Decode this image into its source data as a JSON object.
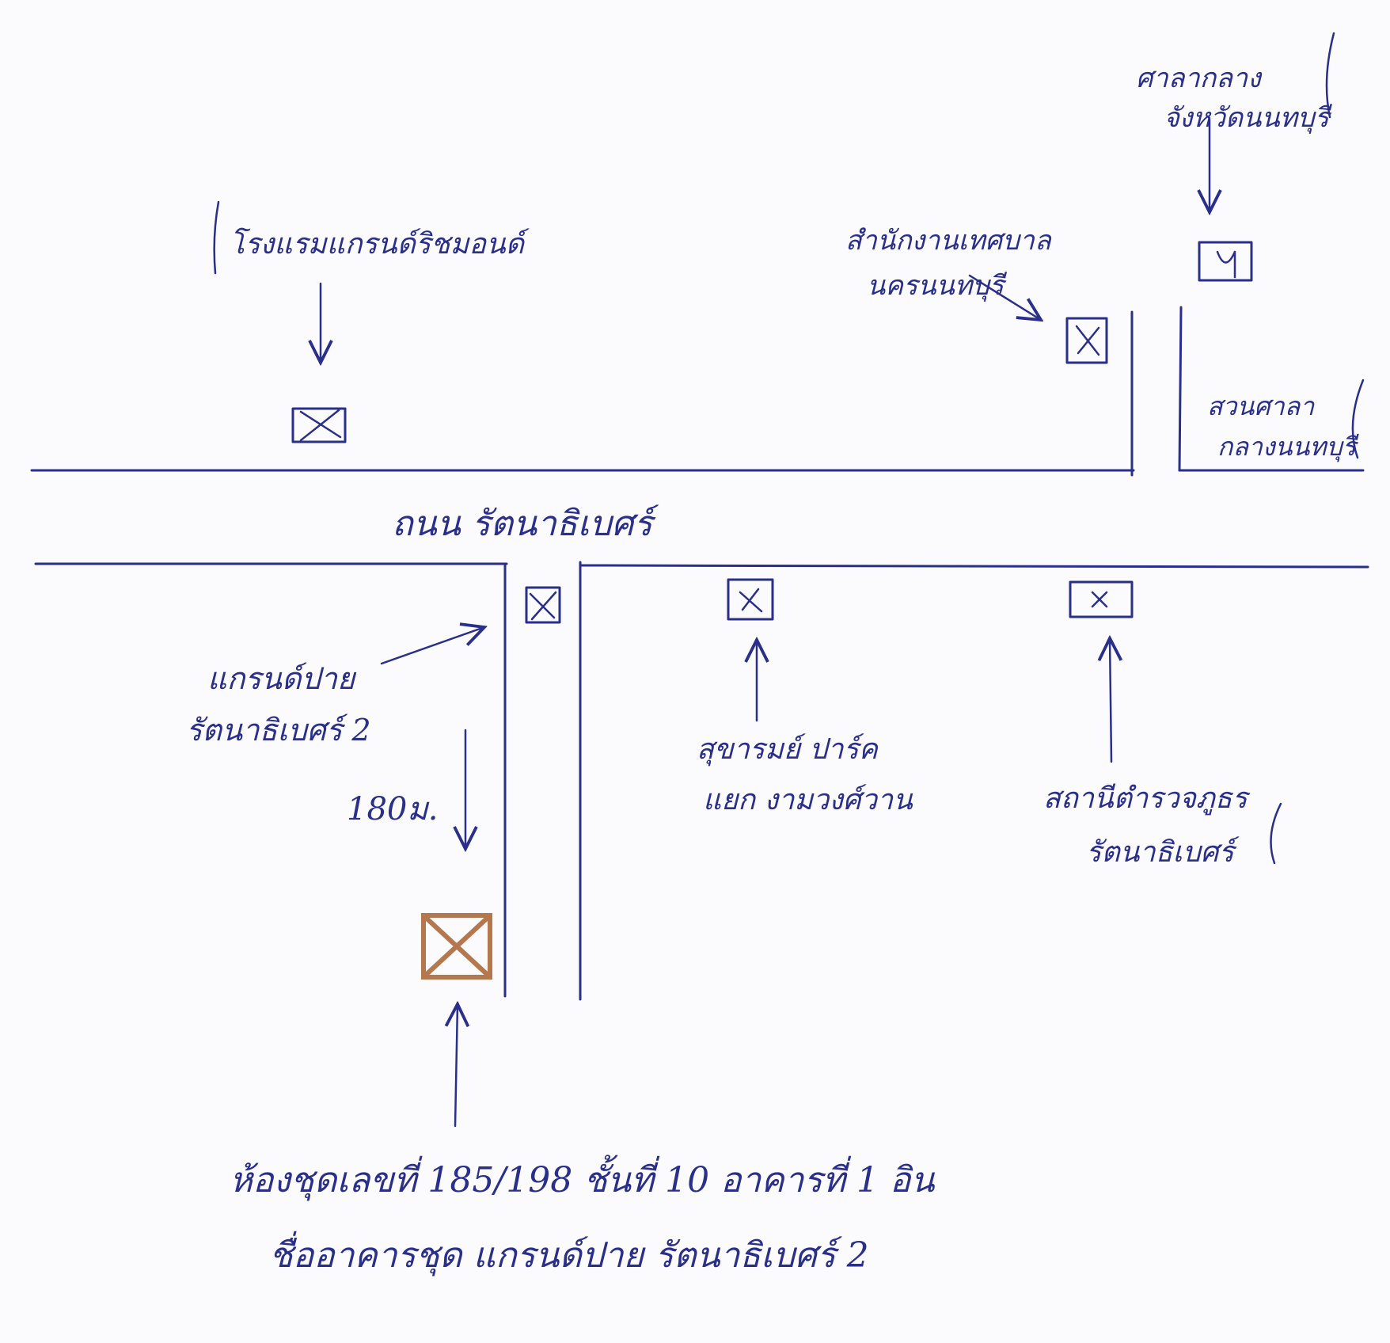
{
  "road": {
    "name": "ถนน รัตนาธิเบศร์"
  },
  "landmarks": {
    "hotel": {
      "label": "โรงแรมแกรนด์ริชมอนด์"
    },
    "municipal_office": {
      "line1": "สำนักงานเทศบาล",
      "line2": "นครนนทบุรี"
    },
    "court": {
      "line1": "ศาลากลาง",
      "line2": "จังหวัดนนทบุรี"
    },
    "park": {
      "line1": "สวนศาลา",
      "line2": "กลางนนทบุรี"
    },
    "condo_entrance": {
      "line1": "แกรนด์ปาย",
      "line2": "รัตนาธิเบศร์ 2"
    },
    "distance": {
      "label": "180ม."
    },
    "sukarom": {
      "line1": "สุขารมย์ ปาร์ค",
      "line2": "แยก งามวงศ์วาน"
    },
    "police": {
      "line1": "สถานีตำรวจภูธร",
      "line2": "รัตนาธิเบศร์"
    },
    "target": {
      "line1": "ห้องชุดเลขที่ 185/198 ชั้นที่ 10 อาคารที่ 1 อิน",
      "line2": "ชื่ออาคารชุด แกรนด์ปาย รัตนาธิเบศร์ 2"
    }
  },
  "colors": {
    "ink": "#2a2f8c",
    "target_marker": "#b5784e",
    "paper": "#fbfbfd"
  }
}
